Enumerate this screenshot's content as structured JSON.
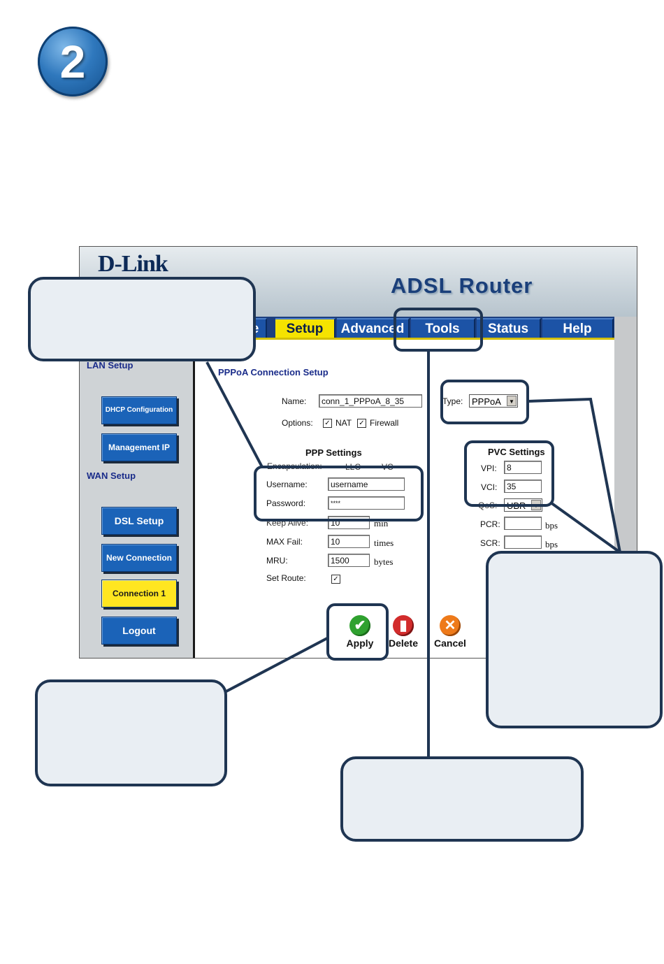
{
  "step_number": "2",
  "header": {
    "brand": "D-Link",
    "product": "ADSL Router"
  },
  "tabs": [
    {
      "label": "Home",
      "visible": "e"
    },
    {
      "label": "Setup"
    },
    {
      "label": "Advanced"
    },
    {
      "label": "Tools"
    },
    {
      "label": "Status"
    },
    {
      "label": "Help"
    }
  ],
  "sidebar": {
    "lan_heading": "LAN Setup",
    "wan_heading": "WAN Setup",
    "buttons": {
      "dhcp": "DHCP Configuration",
      "mgmt": "Management IP",
      "dsl": "DSL Setup",
      "newconn": "New Connection",
      "conn1": "Connection 1",
      "logout": "Logout"
    }
  },
  "form": {
    "title": "PPPoA Connection Setup",
    "name_label": "Name:",
    "name_value": "conn_1_PPPoA_8_35",
    "type_label": "Type:",
    "type_value": "PPPoA",
    "options_label": "Options:",
    "nat_label": "NAT",
    "firewall_label": "Firewall",
    "ppp_title": "PPP Settings",
    "encap_label": "Encapsulation:",
    "llc": "LLC",
    "vc": "VC",
    "username_label": "Username:",
    "username_value": "username",
    "password_label": "Password:",
    "password_value": "****",
    "keepalive_label": "Keep Alive:",
    "keepalive_value": "10",
    "keepalive_unit": "min",
    "maxfail_label": "MAX Fail:",
    "maxfail_value": "10",
    "maxfail_unit": "times",
    "mru_label": "MRU:",
    "mru_value": "1500",
    "mru_unit": "bytes",
    "setroute_label": "Set Route:",
    "pvc_title": "PVC Settings",
    "vpi_label": "VPI:",
    "vpi_value": "8",
    "vci_label": "VCI:",
    "vci_value": "35",
    "qos_label": "QoS:",
    "qos_value": "UBR",
    "pcr_label": "PCR:",
    "scr_label": "SCR:",
    "bps": "bps",
    "check_mark": "✓"
  },
  "actions": {
    "apply": "Apply",
    "delete": "Delete",
    "cancel": "Cancel"
  },
  "icons": {
    "apply": "check-icon",
    "delete": "trash-icon",
    "cancel": "x-icon",
    "apply_glyph": "✔",
    "delete_glyph": "▮",
    "cancel_glyph": "✕",
    "dropdown_glyph": "▼"
  },
  "colors": {
    "tab_active": "#f5e300",
    "tab_bg": "#1c53a6",
    "side_btn": "#1b63b8",
    "side_active": "#ffe620",
    "callout_border": "#1f3552"
  }
}
